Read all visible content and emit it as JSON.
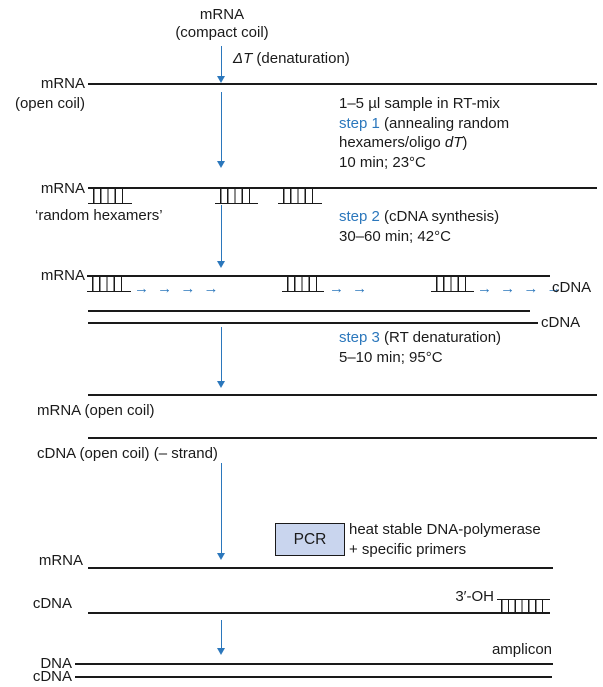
{
  "colors": {
    "accent_blue": "#2b77bc",
    "line_black": "#1a1a1a",
    "pcr_box_fill": "#c9d5ee"
  },
  "top": {
    "title_line1": "mRNA",
    "title_line2": "(compact coil)",
    "delta_label_italic": "ΔT",
    "delta_label_rest": " (denaturation)"
  },
  "row_open_coil": {
    "label_line1": "mRNA",
    "label_line2": "(open coil)"
  },
  "step1": {
    "line1": "1–5 µl sample in RT-mix",
    "step_label": "step 1",
    "step_rest": " (annealing random",
    "line3_pre": "hexamers/oligo ",
    "line3_italic": "dT",
    "line3_post": ")",
    "line4": "10 min; 23°C"
  },
  "row_hexamers": {
    "label": "mRNA",
    "caption": "‘random hexamers’"
  },
  "step2": {
    "step_label": "step 2",
    "step_rest": " (cDNA synthesis)",
    "line2": "30–60 min; 42°C"
  },
  "row_synthesis": {
    "label": "mRNA",
    "arrows_group1": "→ → → →",
    "arrows_group2": "→ →",
    "arrows_group3": "→ → → →",
    "cdna_label": "cDNA"
  },
  "row_duplex": {
    "cdna_label": "cDNA"
  },
  "step3": {
    "step_label": "step 3",
    "step_rest": " (RT denaturation)",
    "line2": "5–10 min; 95°C"
  },
  "row_mrna_open": {
    "label": "mRNA (open coil)"
  },
  "row_cdna_open": {
    "label": "cDNA (open coil) (– strand)"
  },
  "pcr": {
    "box_label": "PCR",
    "note_line1": "heat stable DNA-polymerase",
    "note_line2": "+ specific primers"
  },
  "row_mrna_pcr": {
    "label": "mRNA"
  },
  "row_cdna_primer": {
    "label": "cDNA",
    "oh_label": "3′-OH"
  },
  "row_amplicon": {
    "caption": "amplicon",
    "dna_label": "DNA",
    "cdna_label": "cDNA"
  }
}
